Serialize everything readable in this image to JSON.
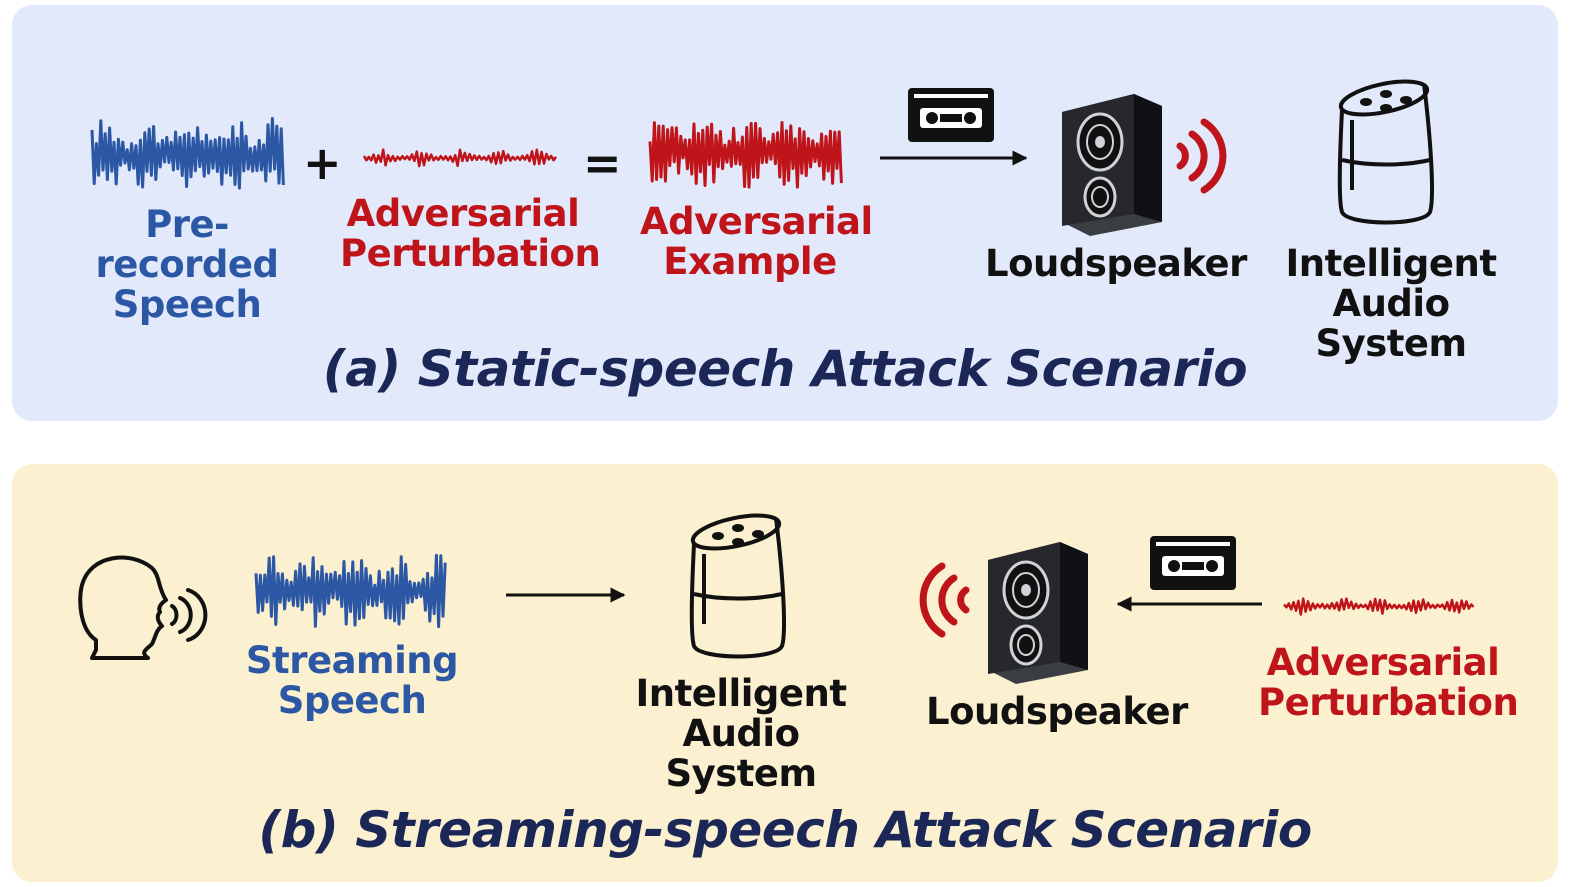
{
  "panel_a": {
    "labels": {
      "prerecorded": "Pre-recorded\nSpeech",
      "perturbation": "Adversarial\nPerturbation",
      "example": "Adversarial\nExample",
      "loudspeaker": "Loudspeaker",
      "audio_system": "Intelligent\nAudio System"
    },
    "plus": "+",
    "equals": "=",
    "caption": "(a) Static-speech Attack Scenario"
  },
  "panel_b": {
    "labels": {
      "streaming": "Streaming\nSpeech",
      "audio_system": "Intelligent\nAudio System",
      "loudspeaker": "Loudspeaker",
      "perturbation": "Adversarial\nPerturbation"
    },
    "caption": "(b) Streaming-speech Attack Scenario"
  },
  "colors": {
    "speech_blue": "#2b57a4",
    "perturbation_red": "#c0141b",
    "caption_navy": "#1b2757",
    "panel_a_bg": "#e1e9fa",
    "panel_b_bg": "#fbf0cf"
  },
  "icons": [
    "waveform-icon",
    "cassette-tape-icon",
    "loudspeaker-icon",
    "sound-waves-icon",
    "smart-speaker-icon",
    "speaking-head-icon",
    "arrow-icon"
  ]
}
